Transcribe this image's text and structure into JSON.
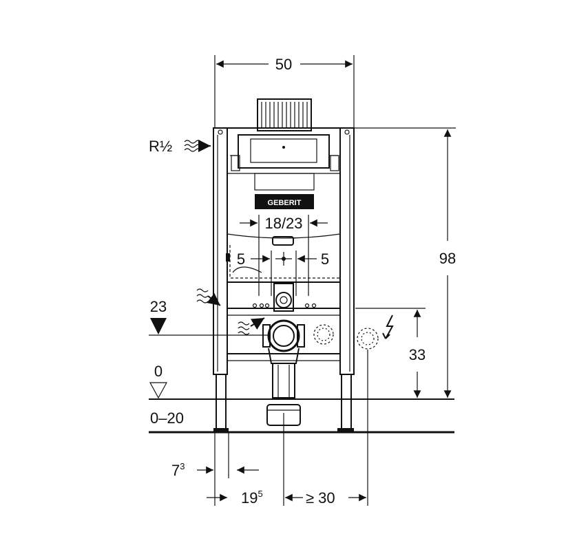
{
  "diagram": {
    "brand_label": "GEBERIT",
    "dimensions": {
      "width": "50",
      "height": "98",
      "connection": "R½",
      "flush_plate_spacing": "18/23",
      "offset_left": "5",
      "offset_right": "5",
      "drain_height": "23",
      "floor_level": "0",
      "floor_range": "0–20",
      "power_height": "33",
      "frame_depth": "7",
      "frame_depth_sup": "3",
      "drain_offset": "19",
      "drain_offset_sup": "5",
      "side_clearance": "≥ 30"
    },
    "icons": [
      "water-inlet-icon",
      "water-flow-icon",
      "electric-socket-icon",
      "lightning-icon",
      "drain-pipe-icon"
    ]
  }
}
